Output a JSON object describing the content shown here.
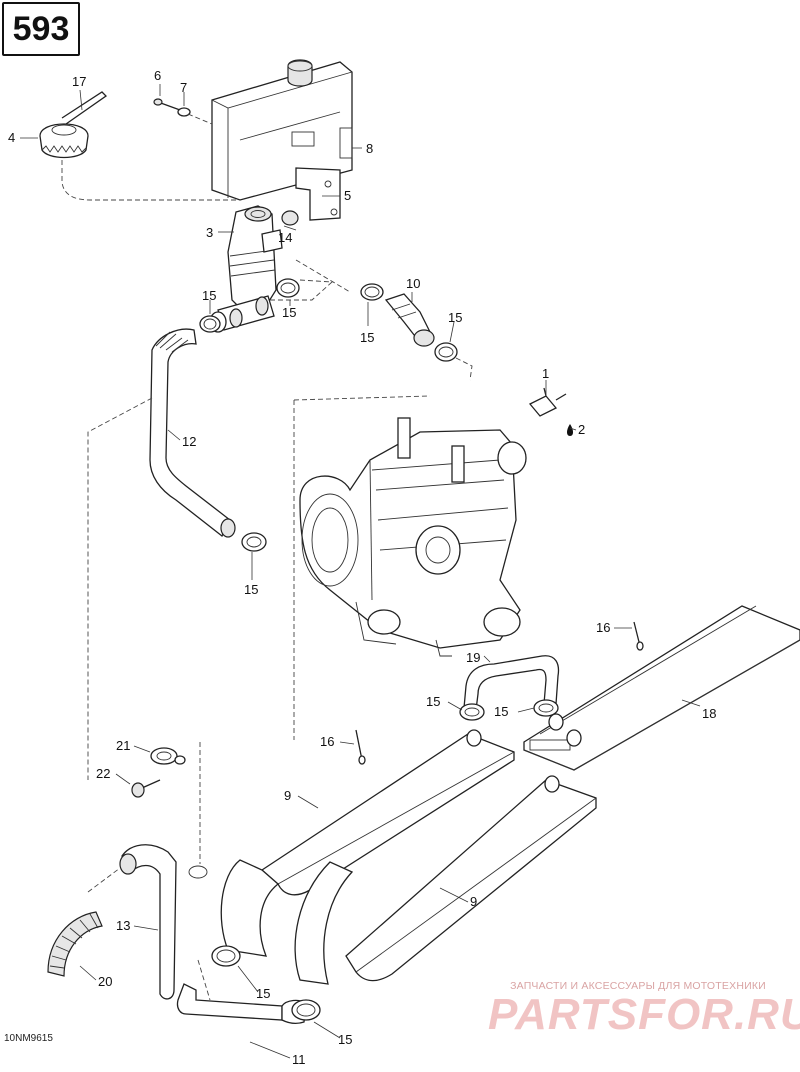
{
  "badge": "593",
  "diagram_code": "10NM9615",
  "watermark": {
    "tagline": "ЗАПЧАСТИ И АКСЕССУАРЫ ДЛЯ МОТОТЕХНИКИ",
    "logo": "PARTSFOR.RU"
  },
  "callouts": {
    "c1": "1",
    "c2": "2",
    "c3": "3",
    "c4": "4",
    "c5": "5",
    "c6": "6",
    "c7": "7",
    "c8": "8",
    "c9a": "9",
    "c9b": "9",
    "c10": "10",
    "c11": "11",
    "c12": "12",
    "c13": "13",
    "c14": "14",
    "c15a": "15",
    "c15b": "15",
    "c15c": "15",
    "c15d": "15",
    "c15e": "15",
    "c15f": "15",
    "c15g": "15",
    "c15h": "15",
    "c16a": "16",
    "c16b": "16",
    "c17": "17",
    "c18": "18",
    "c19": "19",
    "c20": "20",
    "c21": "21",
    "c22": "22"
  }
}
